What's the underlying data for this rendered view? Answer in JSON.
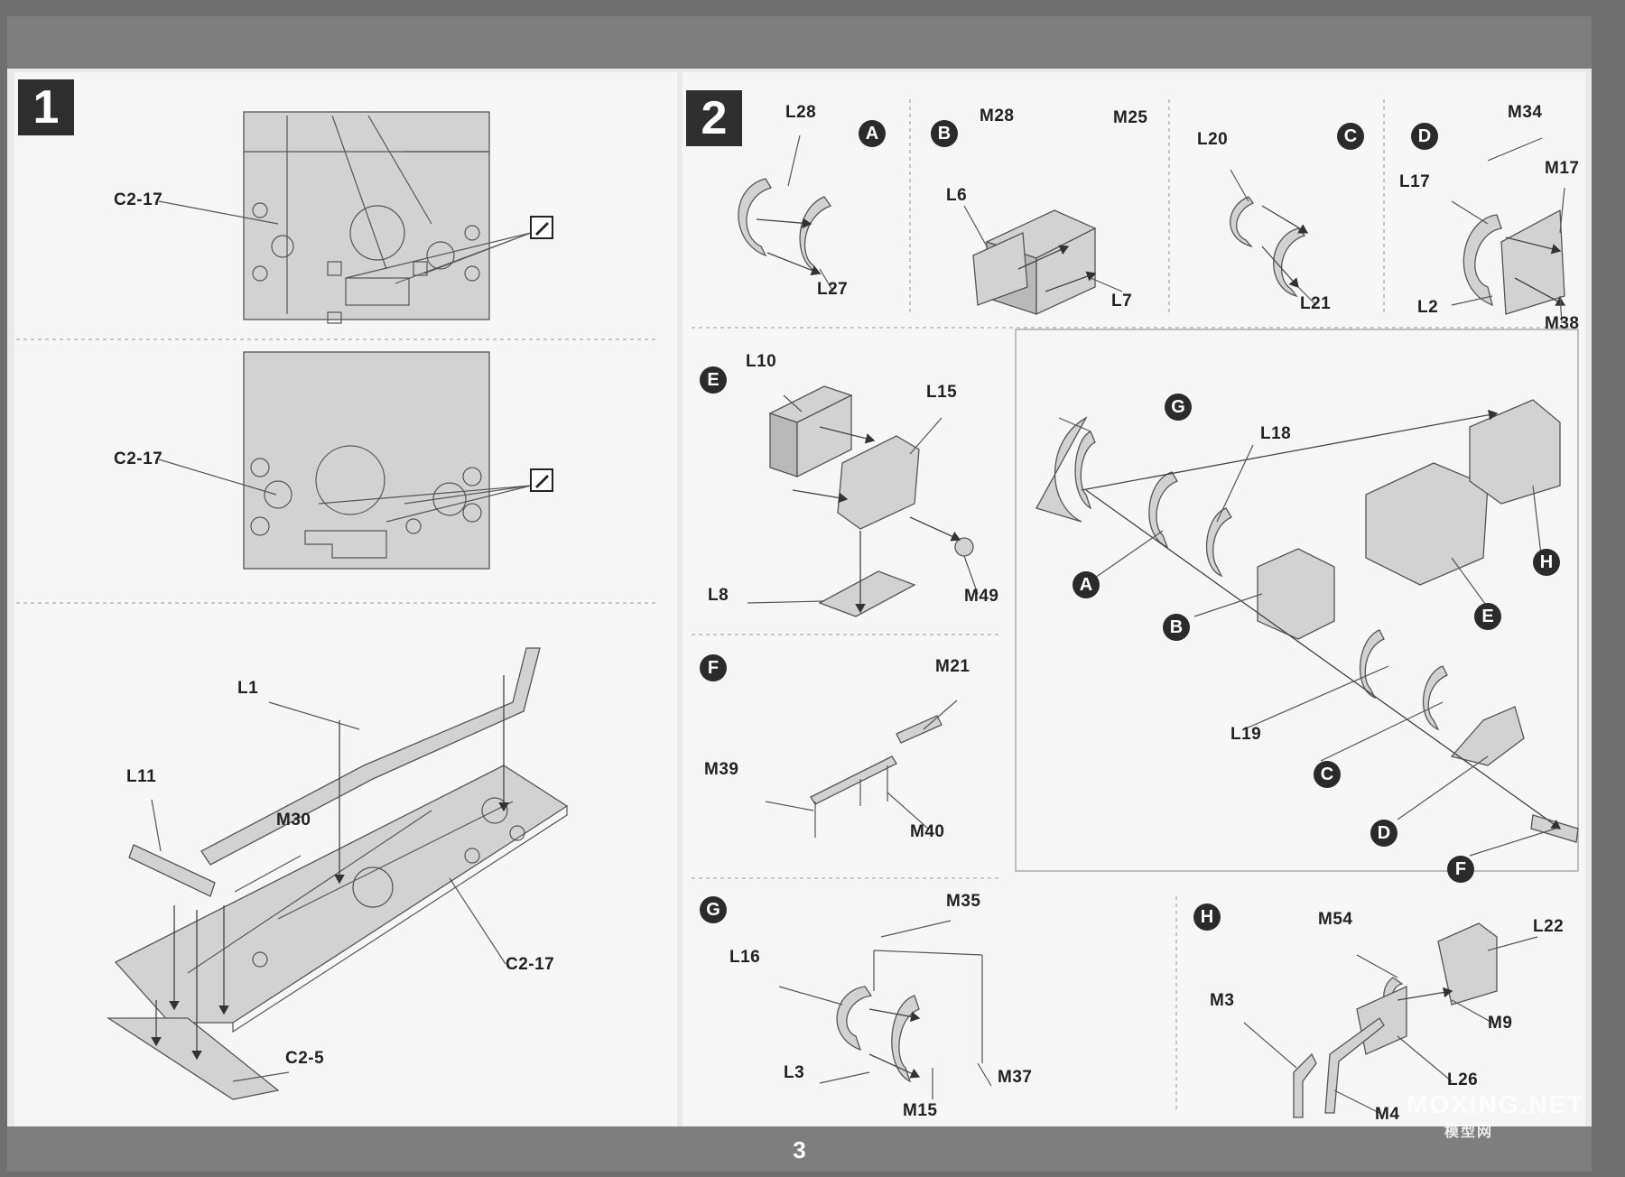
{
  "page_number": "3",
  "step1": {
    "number": "1",
    "labels": {
      "c2_17_a": "C2-17",
      "c2_17_b": "C2-17",
      "l1": "L1",
      "l11": "L11",
      "m30": "M30",
      "c2_17_c": "C2-17",
      "c2_5": "C2-5"
    }
  },
  "step2": {
    "number": "2",
    "subassemblies": {
      "A": {
        "bubble": "A",
        "parts": [
          "L28",
          "L27"
        ]
      },
      "B": {
        "bubble": "B",
        "parts": [
          "M28",
          "M25",
          "L6",
          "L7"
        ]
      },
      "C": {
        "bubble": "C",
        "parts": [
          "L20",
          "L21"
        ]
      },
      "D": {
        "bubble": "D",
        "parts": [
          "M34",
          "M17",
          "L17",
          "L2",
          "M38"
        ]
      },
      "E": {
        "bubble": "E",
        "parts": [
          "L10",
          "L15",
          "L8",
          "M49"
        ]
      },
      "F": {
        "bubble": "F",
        "parts": [
          "M21",
          "M39",
          "M40"
        ]
      },
      "G": {
        "bubble": "G",
        "parts": [
          "M35",
          "L16",
          "L3",
          "M15",
          "M37"
        ]
      },
      "H": {
        "bubble": "H",
        "parts": [
          "M54",
          "L22",
          "M3",
          "M9",
          "L26",
          "M4"
        ]
      }
    },
    "main": {
      "bubbles": [
        "G",
        "A",
        "B",
        "E",
        "H",
        "C",
        "D",
        "F"
      ],
      "parts": [
        "L18",
        "L19"
      ]
    }
  },
  "watermark": {
    "main": "MOXING.NET",
    "sub": "模型网"
  },
  "colors": {
    "background": "#e9e9e9",
    "band": "#7e7e7e",
    "step_box": "#2f2f2f",
    "part_fill": "#d2d2d2"
  },
  "icons": [
    "cement-icon"
  ]
}
